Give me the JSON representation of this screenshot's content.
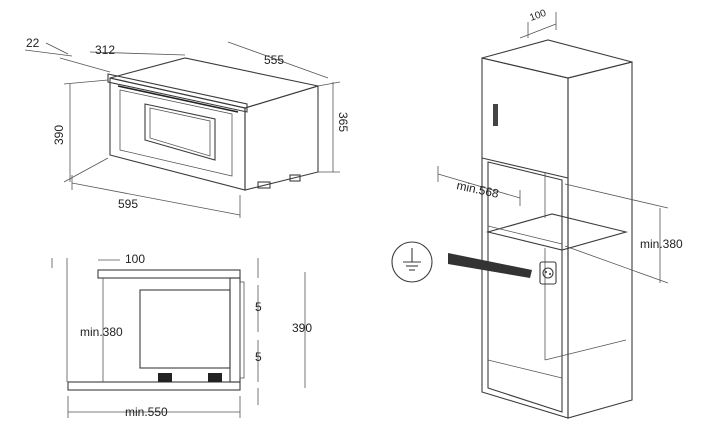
{
  "oven_view": {
    "dim_22": "22",
    "dim_312": "312",
    "dim_555": "555",
    "dim_390": "390",
    "dim_365": "365",
    "dim_595": "595"
  },
  "side_view": {
    "dim_100": "100",
    "dim_min380": "min.380",
    "dim_5_top": "5",
    "dim_5_bottom": "5",
    "dim_390": "390",
    "dim_min550": "min.550"
  },
  "cabinet_view": {
    "dim_100": "100",
    "dim_min568": "min.568",
    "dim_min380": "min.380"
  },
  "icons": {
    "ground": "earth-ground-symbol",
    "socket": "power-socket"
  }
}
